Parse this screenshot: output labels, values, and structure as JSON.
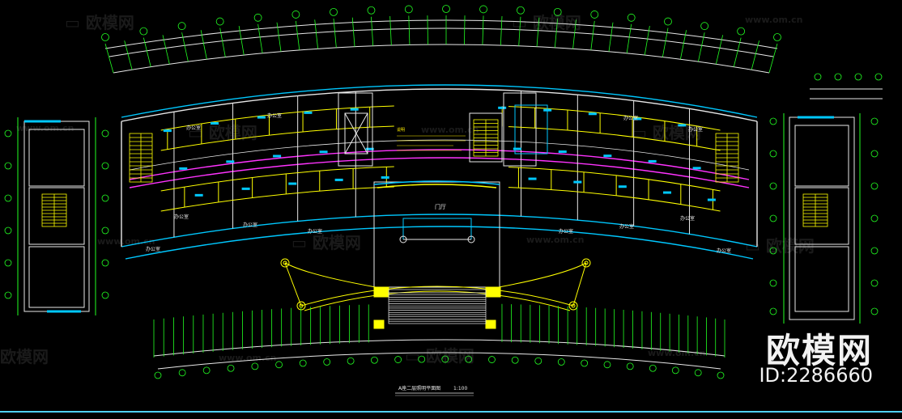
{
  "drawing": {
    "title": "A座二层照明平面图",
    "scale": "1:100",
    "colors": {
      "background": "#000000",
      "wall": "#e8e8e8",
      "axis": "#22ff22",
      "wiring": "#ffff00",
      "corridor": "#ff33ff",
      "window": "#00c8ff",
      "text_tag": "#ffee00"
    },
    "rooms": {
      "office": "办公室",
      "hall": "门厅"
    },
    "note": "说明"
  },
  "watermark": {
    "brand": "欧模网",
    "url": "www.om.cn",
    "site_top": "www.om.cn",
    "id_text": "ID:2286660"
  },
  "icons": {
    "brand": "sofa-logo-icon"
  }
}
